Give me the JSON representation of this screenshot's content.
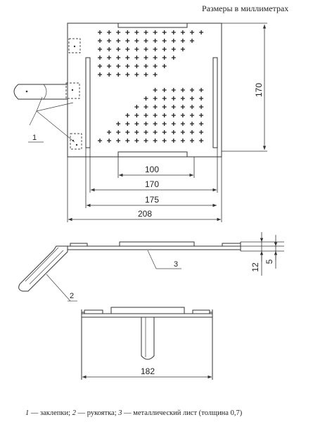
{
  "header": {
    "title": "Размеры в миллиметрах"
  },
  "dimensions": {
    "holes_width": "100",
    "inner_width": "170",
    "rail_width": "175",
    "sheet_width": "208",
    "sheet_height": "170",
    "thickness_12": "12",
    "thickness_5": "5",
    "bottom_width": "182"
  },
  "labels": {
    "rivets": "1",
    "handle": "2",
    "sheet": "3"
  },
  "caption": [
    {
      "num": "1",
      "text": " — заклепки; "
    },
    {
      "num": "2",
      "text": " — рукоятка; "
    },
    {
      "num": "3",
      "text": " — металлический лист (толщина 0,7)"
    }
  ]
}
